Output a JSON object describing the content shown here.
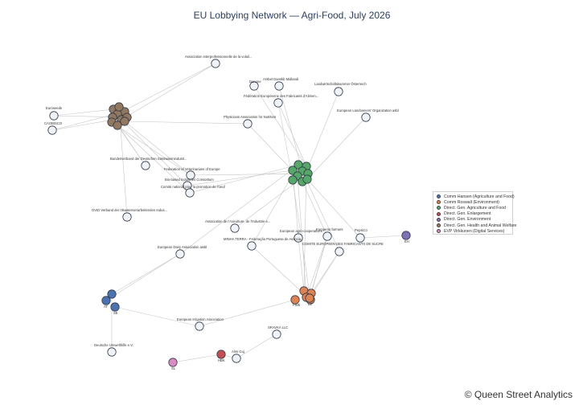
{
  "title": "EU Lobbying Network — Agri-Food, July 2026",
  "credit": "© Queen Street Analytics",
  "legend": [
    {
      "label": "Comm Hansen (Agriculture and Food)",
      "color": "#4c72b0"
    },
    {
      "label": "Comm Roswall (Environment)",
      "color": "#dd8452"
    },
    {
      "label": "Direct. Gen. Agriculture and Food",
      "color": "#55a868"
    },
    {
      "label": "Direct. Gen. Enlargement",
      "color": "#c44e52"
    },
    {
      "label": "Direct. Gen. Environment",
      "color": "#8172b3"
    },
    {
      "label": "Direct. Gen. Health and Animal Welfare",
      "color": "#937860"
    },
    {
      "label": "EVP Virkkunen (Digital Services)",
      "color": "#da8bc3"
    }
  ],
  "nodes": [
    {
      "id": "ail",
      "label": "Association interprofessionnelle de la volail...",
      "color": "#f0f3f8"
    },
    {
      "id": "dan",
      "label": "Danone",
      "color": "#f0f3f8"
    },
    {
      "id": "arl",
      "label": "Arsbet Danskb Midlandi",
      "color": "#f0f3f8"
    },
    {
      "id": "lko",
      "label": "Landwirtschaftskammer Österreich",
      "color": "#f0f3f8"
    },
    {
      "id": "ffa",
      "label": "Fédération Européenne des Fabricants d'Alimen...",
      "color": "#f0f3f8"
    },
    {
      "id": "elo",
      "label": "European Landowners' Organization asbl",
      "color": "#f0f3f8"
    },
    {
      "id": "eus",
      "label": "Euroseeds",
      "color": "#f0f3f8"
    },
    {
      "id": "cao",
      "label": "CAOBISCO",
      "color": "#f0f3f8"
    },
    {
      "id": "pan",
      "label": "Physicians Association for Nutrition",
      "color": "#f0f3f8"
    },
    {
      "id": "bds",
      "label": "Bundesverband der Deutschen Süsswarenindustr...",
      "color": "#f0f3f8"
    },
    {
      "id": "fve",
      "label": "Federation of Veterinarians of Europe",
      "color": "#f0f3f8"
    },
    {
      "id": "bic",
      "label": "Bio-based Industries Consortium",
      "color": "#f0f3f8"
    },
    {
      "id": "cnp",
      "label": "Comité national pour la promotion de l'oeuf",
      "color": "#f0f3f8"
    },
    {
      "id": "ovi",
      "label": "OVID Verband der ölsaatenverarbeitenden Indus...",
      "color": "#f0f3f8"
    },
    {
      "id": "ahe",
      "label": "Association de l'Aviculture, de l'Industrie e...",
      "color": "#f0f3f8"
    },
    {
      "id": "eac",
      "label": "European agro-cooperatives",
      "color": "#f0f3f8"
    },
    {
      "id": "efa",
      "label": "European farmers",
      "color": "#f0f3f8"
    },
    {
      "id": "pep",
      "label": "PepsiCo",
      "color": "#f0f3f8"
    },
    {
      "id": "min",
      "label": "MINHA TERRA - Federação Portuguesa de Associa...",
      "color": "#f0f3f8"
    },
    {
      "id": "cef",
      "label": "COMITE EUROPEEN DES FABRICANTS DE SUCRE",
      "color": "#f0f3f8"
    },
    {
      "id": "eda",
      "label": "European Dairy Association aisbl",
      "color": "#f0f3f8"
    },
    {
      "id": "eia",
      "label": "European Irrigation Association",
      "color": "#f0f3f8"
    },
    {
      "id": "sra",
      "label": "SRAVKA LLC",
      "color": "#f0f3f8"
    },
    {
      "id": "duw",
      "label": "Deutsche Umwelthilfe e.V.",
      "color": "#f0f3f8"
    },
    {
      "id": "aou",
      "label": "Alns Guj",
      "color": "#f0f3f8"
    },
    {
      "id": "h1",
      "label": "",
      "color": "#937860"
    },
    {
      "id": "h2",
      "label": "",
      "color": "#937860"
    },
    {
      "id": "h3",
      "label": "",
      "color": "#937860"
    },
    {
      "id": "h4",
      "label": "",
      "color": "#937860"
    },
    {
      "id": "h5",
      "label": "",
      "color": "#937860"
    },
    {
      "id": "h6",
      "label": "",
      "color": "#937860"
    },
    {
      "id": "h7",
      "label": "",
      "color": "#937860"
    },
    {
      "id": "h8",
      "label": "",
      "color": "#937860"
    },
    {
      "id": "h9",
      "label": "",
      "color": "#937860"
    },
    {
      "id": "h10",
      "label": "",
      "color": "#937860"
    },
    {
      "id": "a1",
      "label": "",
      "color": "#55a868"
    },
    {
      "id": "a2",
      "label": "",
      "color": "#55a868"
    },
    {
      "id": "a3",
      "label": "",
      "color": "#55a868"
    },
    {
      "id": "a4",
      "label": "",
      "color": "#55a868"
    },
    {
      "id": "a5",
      "label": "",
      "color": "#55a868"
    },
    {
      "id": "a6",
      "label": "",
      "color": "#55a868"
    },
    {
      "id": "a7",
      "label": "",
      "color": "#55a868"
    },
    {
      "id": "a8",
      "label": "",
      "color": "#55a868"
    },
    {
      "id": "a9",
      "label": "",
      "color": "#55a868"
    },
    {
      "id": "r1",
      "label": "",
      "color": "#dd8452"
    },
    {
      "id": "r2",
      "label": "",
      "color": "#dd8452"
    },
    {
      "id": "r3",
      "label": "",
      "color": "#dd8452"
    },
    {
      "id": "r4",
      "label": "",
      "color": "#dd8452"
    },
    {
      "id": "r5",
      "label": "PWE",
      "color": "#dd8452"
    },
    {
      "id": "r6",
      "label": "LE",
      "color": "#dd8452"
    },
    {
      "id": "c1",
      "label": "",
      "color": "#4c72b0"
    },
    {
      "id": "c2",
      "label": "AT",
      "color": "#4c72b0"
    },
    {
      "id": "c3",
      "label": "SE",
      "color": "#4c72b0"
    },
    {
      "id": "env",
      "label": "EH",
      "color": "#8172b3"
    },
    {
      "id": "enl",
      "label": "HBK",
      "color": "#c44e52"
    },
    {
      "id": "dig",
      "label": "SL",
      "color": "#da8bc3"
    }
  ],
  "edges": [
    [
      "ail",
      "h3"
    ],
    [
      "ail",
      "h5"
    ],
    [
      "eus",
      "h1"
    ],
    [
      "eus",
      "h6"
    ],
    [
      "cao",
      "h2"
    ],
    [
      "cao",
      "h6"
    ],
    [
      "pan",
      "h9"
    ],
    [
      "pan",
      "a6"
    ],
    [
      "bds",
      "h4"
    ],
    [
      "bds",
      "h8"
    ],
    [
      "fve",
      "h7"
    ],
    [
      "fve",
      "h9"
    ],
    [
      "fve",
      "a5"
    ],
    [
      "bic",
      "h5"
    ],
    [
      "bic",
      "a3"
    ],
    [
      "cnp",
      "h8"
    ],
    [
      "cnp",
      "a1"
    ],
    [
      "ovi",
      "h10"
    ],
    [
      "dan",
      "a2"
    ],
    [
      "arl",
      "a4"
    ],
    [
      "ffa",
      "a2"
    ],
    [
      "ffa",
      "a7"
    ],
    [
      "lko",
      "a8"
    ],
    [
      "elo",
      "a9"
    ],
    [
      "ahe",
      "a5"
    ],
    [
      "eac",
      "a3"
    ],
    [
      "eac",
      "r1"
    ],
    [
      "efa",
      "a8"
    ],
    [
      "efa",
      "r2"
    ],
    [
      "efa",
      "r6"
    ],
    [
      "efa",
      "r3"
    ],
    [
      "pep",
      "a9"
    ],
    [
      "pep",
      "env"
    ],
    [
      "min",
      "a1"
    ],
    [
      "min",
      "r4"
    ],
    [
      "cef",
      "a4"
    ],
    [
      "cef",
      "r2"
    ],
    [
      "cef",
      "r6"
    ],
    [
      "eda",
      "a1"
    ],
    [
      "eda",
      "c1"
    ],
    [
      "eda",
      "c2"
    ],
    [
      "eia",
      "c3"
    ],
    [
      "eia",
      "r5"
    ],
    [
      "duw",
      "c1"
    ],
    [
      "sra",
      "aou"
    ],
    [
      "aou",
      "enl"
    ],
    [
      "enl",
      "dig"
    ],
    [
      "a6",
      "r3"
    ],
    [
      "a7",
      "r4"
    ],
    [
      "a2",
      "r1"
    ]
  ]
}
